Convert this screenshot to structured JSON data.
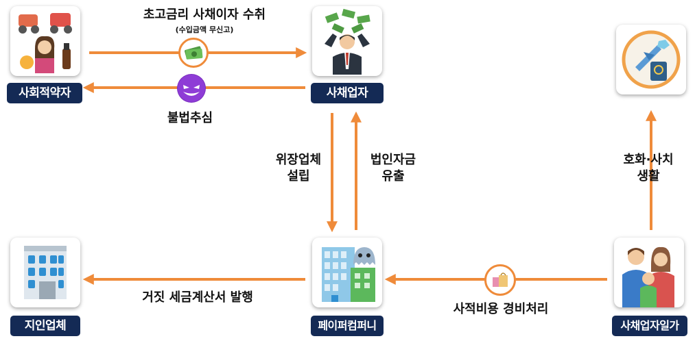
{
  "nodes": {
    "social_weak": "사회적약자",
    "loan_shark": "사채업자",
    "acquaintance_company": "지인업체",
    "paper_company": "페이퍼컴퍼니",
    "loan_shark_family": "사채업자일가"
  },
  "flows": {
    "interest_title": "초고금리 사채이자 수취",
    "interest_sub": "(수입금액 무신고)",
    "illegal_collection": "불법추심",
    "disguised_line1": "위장업체",
    "disguised_line2": "설립",
    "outflow_line1": "법인자금",
    "outflow_line2": "유출",
    "luxury_line1": "호화·사치",
    "luxury_line2": "생활",
    "fake_invoice": "거짓 세금계산서 발행",
    "expense": "사적비용 경비처리"
  },
  "colors": {
    "arrow": "#ef8b3a",
    "label_bg": "#142a55"
  },
  "icons": [
    "money-icon",
    "devil-face-icon",
    "shopping-bag-icon",
    "person-collage-icon",
    "businessman-money-icon",
    "travel-icon",
    "building-icon",
    "ghost-building-icon",
    "family-icon"
  ]
}
